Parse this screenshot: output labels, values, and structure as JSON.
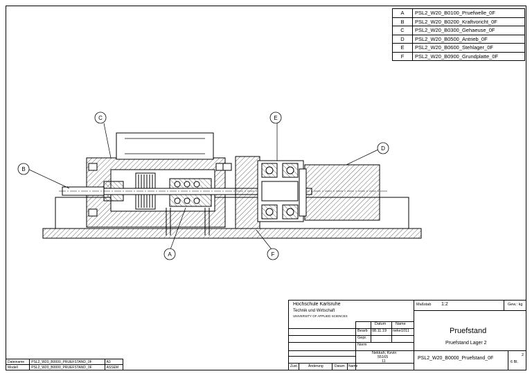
{
  "parts_list": [
    {
      "key": "A",
      "name": "PSL2_W20_B0100_Pruefwelle_0F"
    },
    {
      "key": "B",
      "name": "PSL2_W20_B0200_Kraftvoricht_0F"
    },
    {
      "key": "C",
      "name": "PSL2_W20_B0300_Gehaeuse_0F"
    },
    {
      "key": "D",
      "name": "PSL2_W20_B0500_Antrieb_0F"
    },
    {
      "key": "E",
      "name": "PSL2_W20_B0600_Stehlager_0F"
    },
    {
      "key": "F",
      "name": "PSL2_W20_B0900_Grundplatte_0F"
    }
  ],
  "callouts": {
    "A": "A",
    "B": "B",
    "C": "C",
    "D": "D",
    "E": "E",
    "F": "F"
  },
  "title_block": {
    "school_line1": "Hochschule Karlsruhe",
    "school_line2": "Technik und Wirtschaft",
    "school_line3": "UNIVERSITY OF APPLIED SCIENCES",
    "massstab_label": "Maßstab",
    "massstab_value": "1:2",
    "gew_label": "Gew.: kg",
    "datum_label": "Datum",
    "name_label": "Name",
    "bearb_label": "Bearb",
    "bearb_date": "08.11.19",
    "bearb_name": "neke1011",
    "gepr_label": "Gepr.",
    "norm_label": "Norm",
    "title": "Pruefstand",
    "subtitle": "Pruefstand Lager 2",
    "author": "Nekkah, Kevin",
    "number1": "55165",
    "number2": "11",
    "drawing_no": "PSL2_W20_B0000_Pruefstand_0F",
    "sheet": "2",
    "sheet_label": "6  Bl.",
    "zust": "Zust.",
    "aenderung": "Änderung",
    "datum2": "Datum",
    "name2": "Name"
  },
  "left_fields": {
    "dateiname_label": "Dateiname",
    "dateiname": "PSL2_W20_B0000_PRUEFSTAND_0F",
    "dateiname_fmt": "A3",
    "modell_label": "Modell",
    "modell": "PSL2_W20_B0000_PRUEFSTAND_0F",
    "modell_type": "ASSEM"
  }
}
